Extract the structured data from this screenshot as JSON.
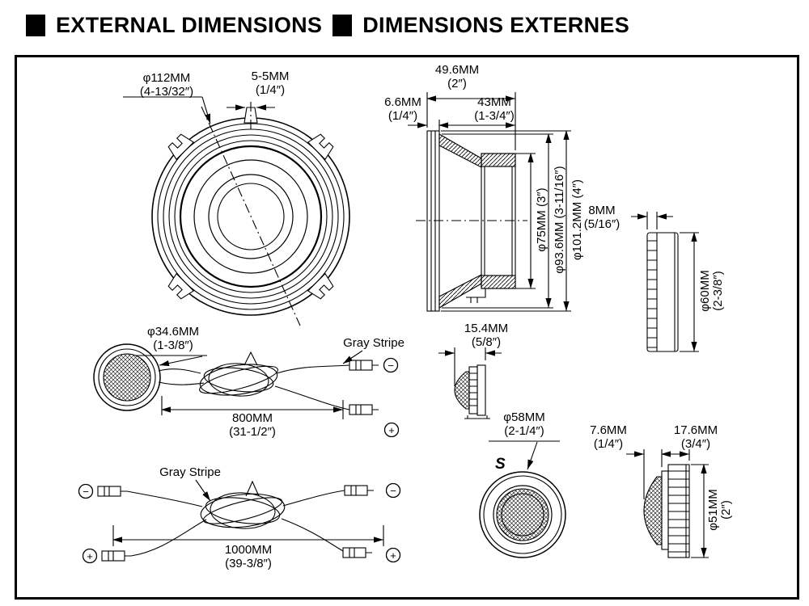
{
  "header": {
    "title_en": "EXTERNAL DIMENSIONS",
    "title_fr": "DIMENSIONS EXTERNES"
  },
  "woofer_front": {
    "diameter": "φ112MM",
    "diameter_in": "(4-13/32″)",
    "tab_width": "5-5MM",
    "tab_width_in": "(1/4″)"
  },
  "woofer_side": {
    "total_depth": "49.6MM",
    "total_depth_in": "(2″)",
    "flange_depth": "6.6MM",
    "flange_depth_in": "(1/4″)",
    "body_depth": "43MM",
    "body_depth_in": "(1-3/4″)",
    "magnet_dia": "φ75MM (3″)",
    "frame_dia": "φ93.6MM (3-11/16″)",
    "overall_dia": "φ101.2MM (4″)"
  },
  "spacer_ring": {
    "depth": "8MM",
    "depth_in": "(5/16″)",
    "dia": "φ60MM",
    "dia_in": "(2-3/8″)"
  },
  "tweeter_lead": {
    "dia": "φ34.6MM",
    "dia_in": "(1-3/8″)",
    "stripe_label": "Gray Stripe",
    "length": "800MM",
    "length_in": "(31-1/2″)",
    "minus": "−",
    "plus": "+"
  },
  "tweeter_side": {
    "depth": "15.4MM",
    "depth_in": "(5/8″)"
  },
  "tweeter_front": {
    "dia": "φ58MM",
    "dia_in": "(2-1/4″)",
    "logo": "S"
  },
  "tweeter_mount": {
    "dome_depth": "7.6MM",
    "dome_depth_in": "(1/4″)",
    "body_depth": "17.6MM",
    "body_depth_in": "(3/4″)",
    "dia": "φ51MM",
    "dia_in": "(2″)"
  },
  "harness": {
    "stripe_label": "Gray Stripe",
    "length": "1000MM",
    "length_in": "(39-3/8″)",
    "minus": "−",
    "plus": "+"
  }
}
